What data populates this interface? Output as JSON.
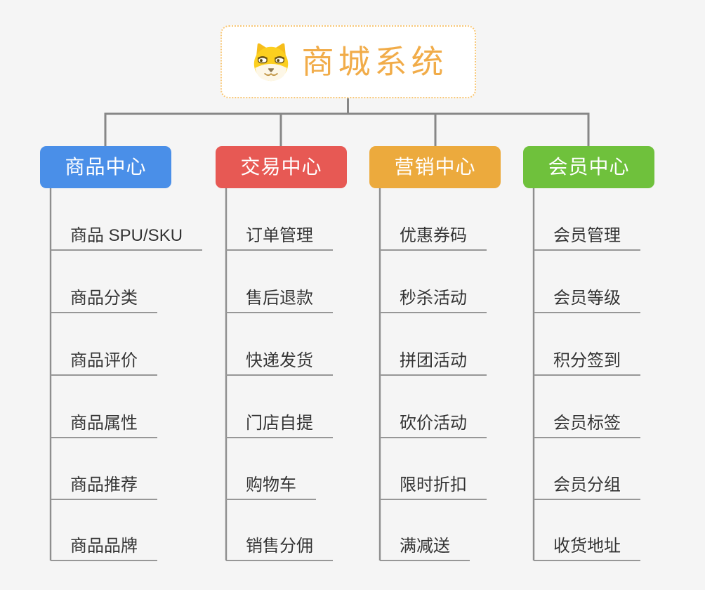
{
  "app": {
    "background_color": "#f5f5f5",
    "connector_color": "#878787",
    "underline_color": "#979797"
  },
  "root": {
    "title": "商城系统",
    "icon": "shiba-dog-icon",
    "title_color": "#f1ac49",
    "border_color": "#f8c776"
  },
  "branches": [
    {
      "id": "product-center",
      "label": "商品中心",
      "color": "#4a8fe8",
      "items": [
        "商品 SPU/SKU",
        "商品分类",
        "商品评价",
        "商品属性",
        "商品推荐",
        "商品品牌"
      ]
    },
    {
      "id": "trade-center",
      "label": "交易中心",
      "color": "#e75954",
      "items": [
        "订单管理",
        "售后退款",
        "快递发货",
        "门店自提",
        "购物车",
        "销售分佣"
      ]
    },
    {
      "id": "marketing-center",
      "label": "营销中心",
      "color": "#ecaa3d",
      "items": [
        "优惠券码",
        "秒杀活动",
        "拼团活动",
        "砍价活动",
        "限时折扣",
        "满减送"
      ]
    },
    {
      "id": "member-center",
      "label": "会员中心",
      "color": "#6fc13c",
      "items": [
        "会员管理",
        "会员等级",
        "积分签到",
        "会员标签",
        "会员分组",
        "收货地址"
      ]
    }
  ]
}
